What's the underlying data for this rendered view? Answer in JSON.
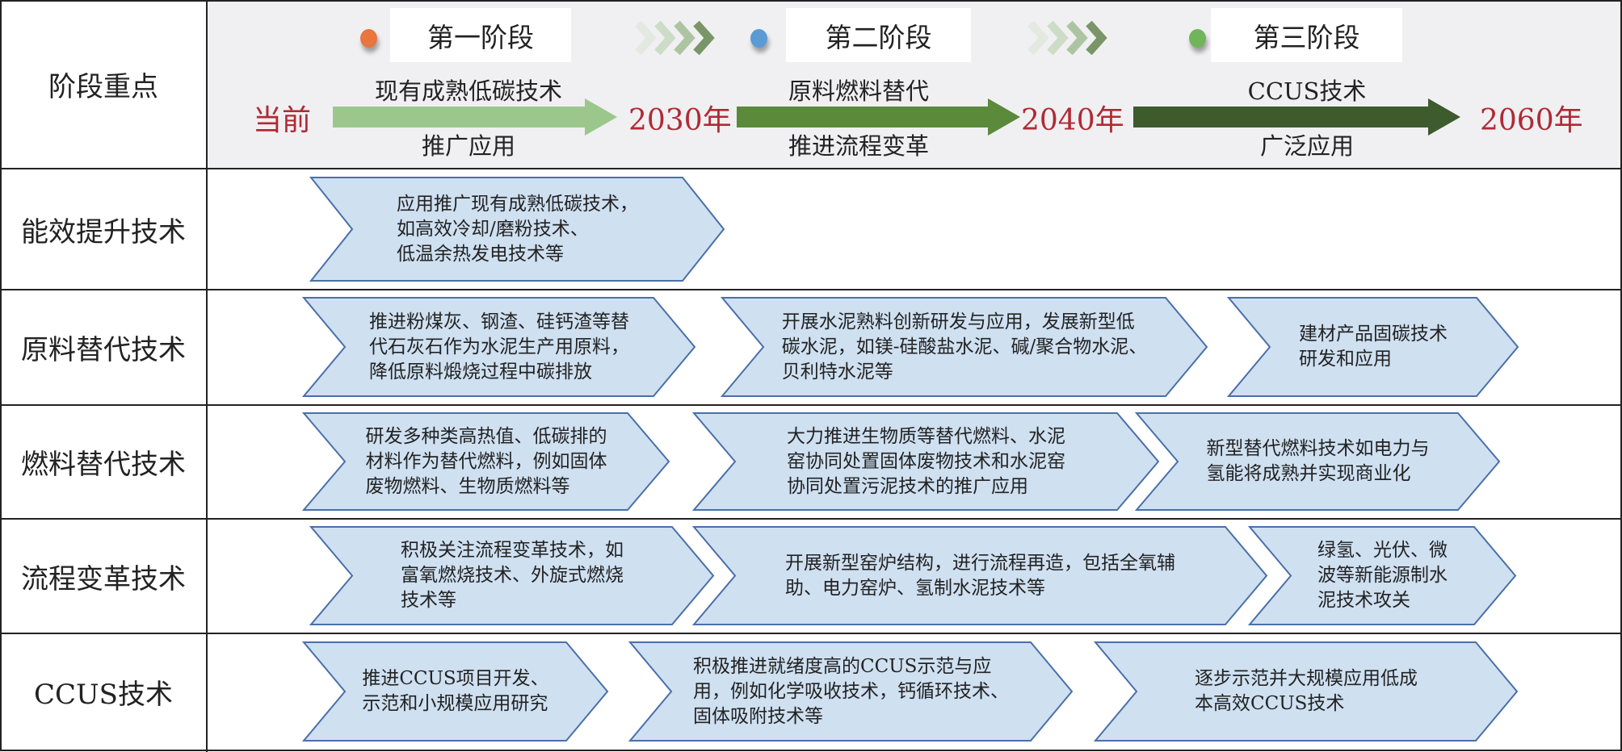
{
  "colors": {
    "header_bg": "#f0f0f2",
    "year_red": "#b02a35",
    "arrow_stage1": "#9cc78c",
    "arrow_stage2": "#5b8a3a",
    "arrow_stage3": "#3d5b2c",
    "shape_fill": "#cfe0f1",
    "shape_stroke": "#4a70a8",
    "dot_stage1": "#e9753f",
    "dot_stage2": "#5b9bd5",
    "dot_stage3": "#6fb65a"
  },
  "header": {
    "row_label": "阶段重点",
    "start_label": "当前",
    "stages": [
      {
        "label": "第一阶段",
        "top_text": "现有成熟低碳技术",
        "bottom_text": "推广应用",
        "end_year": "2030年"
      },
      {
        "label": "第二阶段",
        "top_text": "原料燃料替代",
        "bottom_text": "推进流程变革",
        "end_year": "2040年"
      },
      {
        "label": "第三阶段",
        "top_text": "CCUS技术",
        "bottom_text": "广泛应用",
        "end_year": "2060年"
      }
    ]
  },
  "rows": [
    {
      "label": "能效提升技术",
      "items": [
        [
          "应用推广现有成熟低碳技术，",
          "如高效冷却/磨粉技术、",
          "低温余热发电技术等"
        ]
      ]
    },
    {
      "label": "原料替代技术",
      "items": [
        [
          "推进粉煤灰、钢渣、硅钙渣等替",
          "代石灰石作为水泥生产用原料，",
          "降低原料煅烧过程中碳排放"
        ],
        [
          "开展水泥熟料创新研发与应用，发展新型低",
          "碳水泥，如镁-硅酸盐水泥、碱/聚合物水泥、",
          "贝利特水泥等"
        ],
        [
          "建材产品固碳技术",
          "研发和应用"
        ]
      ]
    },
    {
      "label": "燃料替代技术",
      "items": [
        [
          "研发多种类高热值、低碳排的",
          "材料作为替代燃料，例如固体",
          "废物燃料、生物质燃料等"
        ],
        [
          "大力推进生物质等替代燃料、水泥",
          "窑协同处置固体废物技术和水泥窑",
          "协同处置污泥技术的推广应用"
        ],
        [
          "新型替代燃料技术如电力与",
          "氢能将成熟并实现商业化"
        ]
      ]
    },
    {
      "label": "流程变革技术",
      "items": [
        [
          "积极关注流程变革技术，如",
          "富氧燃烧技术、外旋式燃烧",
          "技术等"
        ],
        [
          "开展新型窑炉结构，进行流程再造，包括全氧辅",
          "助、电力窑炉、氢制水泥技术等"
        ],
        [
          "绿氢、光伏、微",
          "波等新能源制水",
          "泥技术攻关"
        ]
      ]
    },
    {
      "label": "CCUS技术",
      "items": [
        [
          "推进CCUS项目开发、",
          "示范和小规模应用研究"
        ],
        [
          "积极推进就绪度高的CCUS示范与应",
          "用，例如化学吸收技术，钙循环技术、",
          "固体吸附技术等"
        ],
        [
          "逐步示范并大规模应用低成",
          "本高效CCUS技术"
        ]
      ]
    }
  ]
}
